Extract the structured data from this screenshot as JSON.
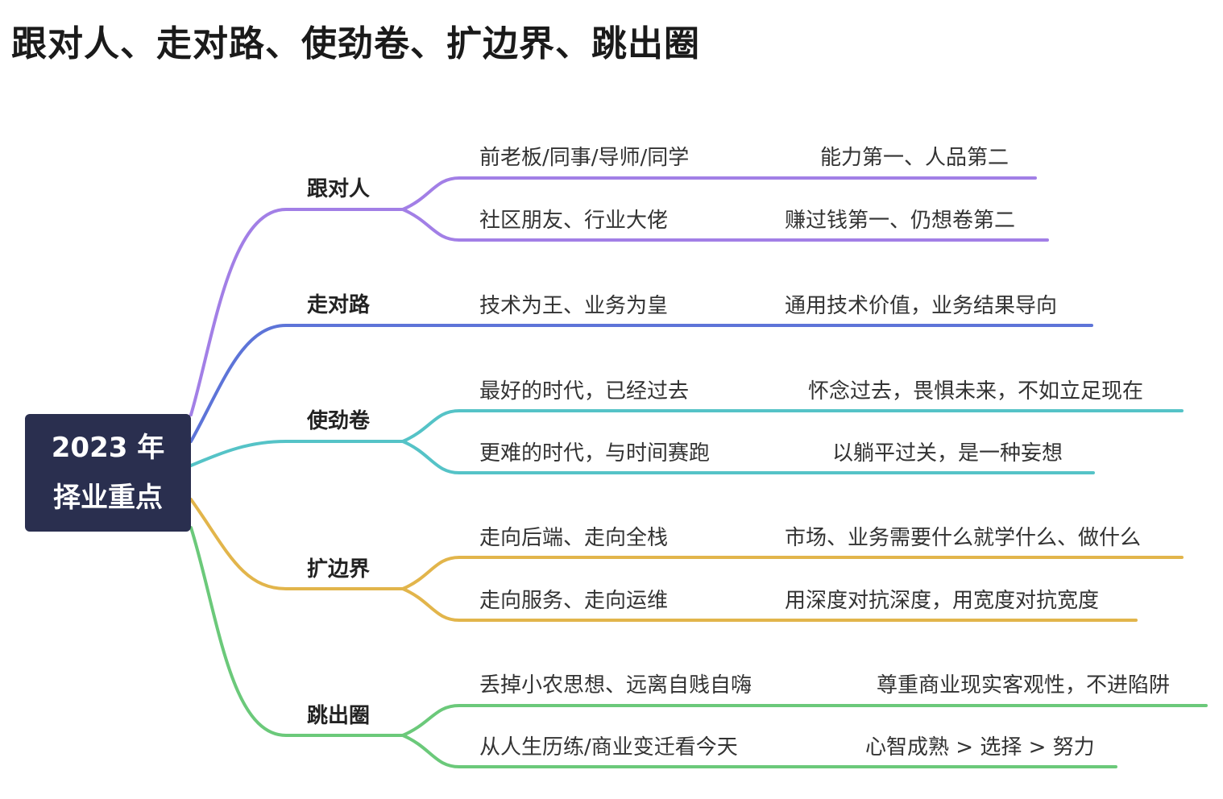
{
  "title": "跟对人、走对路、使劲卷、扩边界、跳出圈",
  "root": {
    "line1": "2023 年",
    "line2": "择业重点"
  },
  "colors": {
    "root_bg": "#2a2f4f",
    "purple": "#a27fe6",
    "blue": "#5d74d8",
    "teal": "#55c3c7",
    "orange": "#e2b54b",
    "green": "#6bc97a"
  },
  "branches": [
    {
      "label": "跟对人",
      "children": [
        {
          "text": "前老板/同事/导师/同学",
          "note": "能力第一、人品第二"
        },
        {
          "text": "社区朋友、行业大佬",
          "note": "赚过钱第一、仍想卷第二"
        }
      ]
    },
    {
      "label": "走对路",
      "children": [
        {
          "text": "技术为王、业务为皇",
          "note": "通用技术价值，业务结果导向"
        }
      ]
    },
    {
      "label": "使劲卷",
      "children": [
        {
          "text": "最好的时代，已经过去",
          "note": "怀念过去，畏惧未来，不如立足现在"
        },
        {
          "text": "更难的时代，与时间赛跑",
          "note": "以躺平过关，是一种妄想"
        }
      ]
    },
    {
      "label": "扩边界",
      "children": [
        {
          "text": "走向后端、走向全栈",
          "note": "市场、业务需要什么就学什么、做什么"
        },
        {
          "text": "走向服务、走向运维",
          "note": "用深度对抗深度，用宽度对抗宽度"
        }
      ]
    },
    {
      "label": "跳出圈",
      "children": [
        {
          "text": "丢掉小农思想、远离自贱自嗨",
          "note": "尊重商业现实客观性，不进陷阱"
        },
        {
          "text": "从人生历练/商业变迁看今天",
          "note": "心智成熟 > 选择 > 努力"
        }
      ]
    }
  ]
}
